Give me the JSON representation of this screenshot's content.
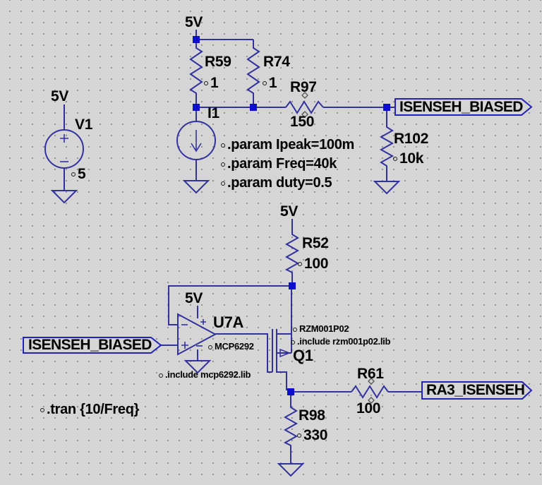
{
  "power_rails": {
    "v1": "5V",
    "divider": "5V",
    "r52": "5V",
    "opamp": "5V"
  },
  "components": {
    "V1": {
      "name": "V1",
      "value": "5"
    },
    "I1": {
      "name": "I1"
    },
    "R59": {
      "name": "R59",
      "value": "1"
    },
    "R74": {
      "name": "R74",
      "value": "1"
    },
    "R97": {
      "name": "R97",
      "value": "150"
    },
    "R102": {
      "name": "R102",
      "value": "10k"
    },
    "R52": {
      "name": "R52",
      "value": "100"
    },
    "R61": {
      "name": "R61",
      "value": "100"
    },
    "R98": {
      "name": "R98",
      "value": "330"
    },
    "U7A": {
      "name": "U7A",
      "model": "MCP6292"
    },
    "Q1": {
      "name": "Q1",
      "model": "RZM001P02"
    }
  },
  "net_labels": {
    "isenseh_biased_source": "ISENSEH_BIASED",
    "isenseh_biased_input": "ISENSEH_BIASED",
    "ra3_isenseh": "RA3_ISENSEH"
  },
  "directives": {
    "param_ipeak": ".param Ipeak=100m",
    "param_freq": ".param Freq=40k",
    "param_duty": ".param duty=0.5",
    "include_opamp": ".include mcp6292.lib",
    "include_mosfet": ".include rzm001p02.lib",
    "tran": ".tran {10/Freq}"
  },
  "colors": {
    "background": "#d5d5d5",
    "wire": "#32329f",
    "node": "#0d0dcf",
    "flag_border": "#2323bb",
    "text": "#000000"
  }
}
